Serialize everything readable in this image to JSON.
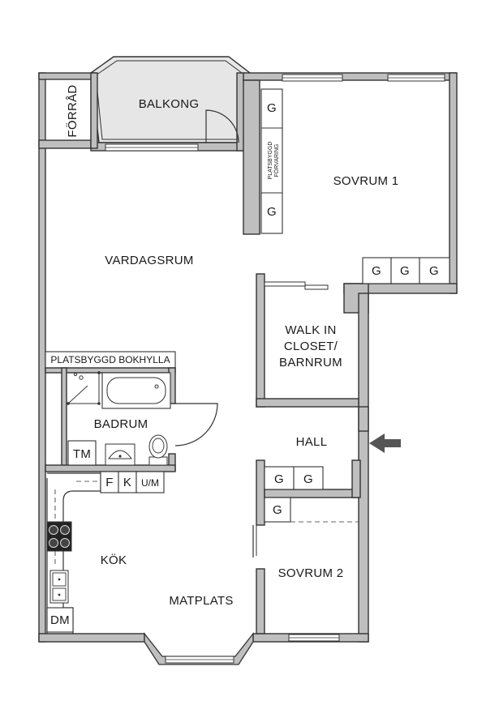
{
  "rooms": {
    "forrad": "FÖRRÅD",
    "balkong": "BALKONG",
    "sovrum1": "SOVRUM 1",
    "vardagsrum": "VARDAGSRUM",
    "walkin_line1": "WALK IN",
    "walkin_line2": "CLOSET/",
    "walkin_line3": "BARNRUM",
    "badrum": "BADRUM",
    "hall": "HALL",
    "kok": "KÖK",
    "matplats": "MATPLATS",
    "sovrum2": "SOVRUM 2"
  },
  "fixtures": {
    "bokhylla": "PLATSBYGGD BOKHYLLA",
    "forvaring_line1": "PLATSBYGGD",
    "forvaring_line2": "FÖRVARING",
    "wardrobe": "G",
    "tm": "TM",
    "f": "F",
    "k": "K",
    "um": "U/M",
    "dm": "DM"
  },
  "colors": {
    "wall": "#bfbfbf",
    "outline": "#333333",
    "balcony": "#e6e6e6",
    "arrow": "#555555"
  },
  "icons": {
    "entrance": "entrance-arrow-icon",
    "stove": "stove-icon",
    "sink": "sink-icon",
    "toilet": "toilet-icon",
    "bathtub": "bathtub-icon"
  }
}
